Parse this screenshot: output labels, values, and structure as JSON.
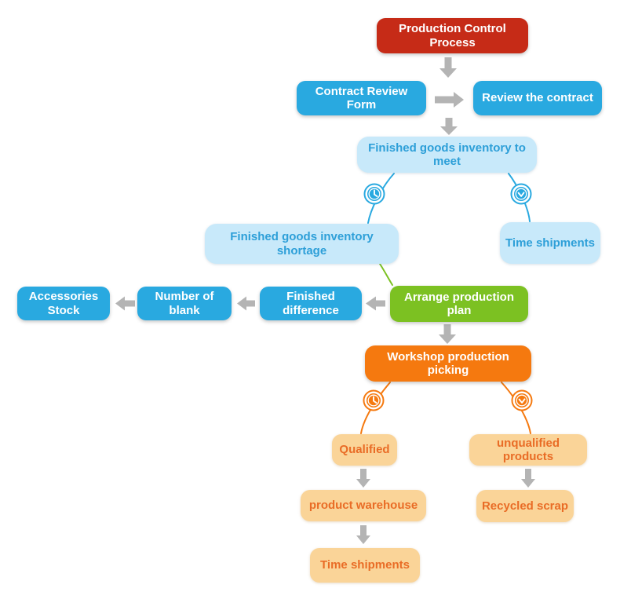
{
  "colors": {
    "red": "#c62b17",
    "blue": "#29a9e0",
    "lightBlue": "#c8e9fa",
    "lightBlueText": "#2d9fd8",
    "green": "#7cc122",
    "orange": "#f5790f",
    "lightOrange": "#fad498",
    "lightOrangeText": "#e96c26",
    "arrowGray": "#b4b4b4",
    "lineBlue": "#29a9e0"
  },
  "nodes": {
    "production_control": "Production Control Process",
    "contract_review_form": "Contract Review Form",
    "review_contract": "Review the contract",
    "inventory_meet": "Finished goods inventory to meet",
    "inventory_shortage": "Finished goods inventory shortage",
    "time_shipments_upper": "Time shipments",
    "accessories_stock": "Accessories Stock",
    "number_of_blank": "Number of blank",
    "finished_difference": "Finished difference",
    "arrange_plan": "Arrange production plan",
    "workshop_picking": "Workshop production picking",
    "qualified": "Qualified",
    "unqualified": "unqualified products",
    "product_warehouse": "product warehouse",
    "recycled_scrap": "Recycled scrap",
    "time_shipments_lower": "Time shipments"
  },
  "icons": {
    "clock": "clock-icon (circle badge with clock hands, used on timed branches)"
  },
  "edges": [
    {
      "from": "production_control",
      "to": "contract_review_form",
      "style": "gray-arrow"
    },
    {
      "from": "contract_review_form",
      "to": "review_contract",
      "style": "gray-arrow"
    },
    {
      "from": "contract_review_form",
      "to": "inventory_meet",
      "style": "gray-arrow"
    },
    {
      "from": "inventory_meet",
      "to": "inventory_shortage",
      "style": "blue-line-with-clock"
    },
    {
      "from": "inventory_meet",
      "to": "time_shipments_upper",
      "style": "blue-line-with-clock"
    },
    {
      "from": "inventory_shortage",
      "to": "arrange_plan",
      "style": "green-line"
    },
    {
      "from": "arrange_plan",
      "to": "finished_difference",
      "style": "gray-arrow"
    },
    {
      "from": "finished_difference",
      "to": "number_of_blank",
      "style": "gray-arrow"
    },
    {
      "from": "number_of_blank",
      "to": "accessories_stock",
      "style": "gray-arrow"
    },
    {
      "from": "arrange_plan",
      "to": "workshop_picking",
      "style": "gray-arrow"
    },
    {
      "from": "workshop_picking",
      "to": "qualified",
      "style": "orange-line-with-clock"
    },
    {
      "from": "workshop_picking",
      "to": "unqualified",
      "style": "orange-line-with-clock"
    },
    {
      "from": "qualified",
      "to": "product_warehouse",
      "style": "gray-arrow"
    },
    {
      "from": "product_warehouse",
      "to": "time_shipments_lower",
      "style": "gray-arrow"
    },
    {
      "from": "unqualified",
      "to": "recycled_scrap",
      "style": "gray-arrow"
    }
  ]
}
